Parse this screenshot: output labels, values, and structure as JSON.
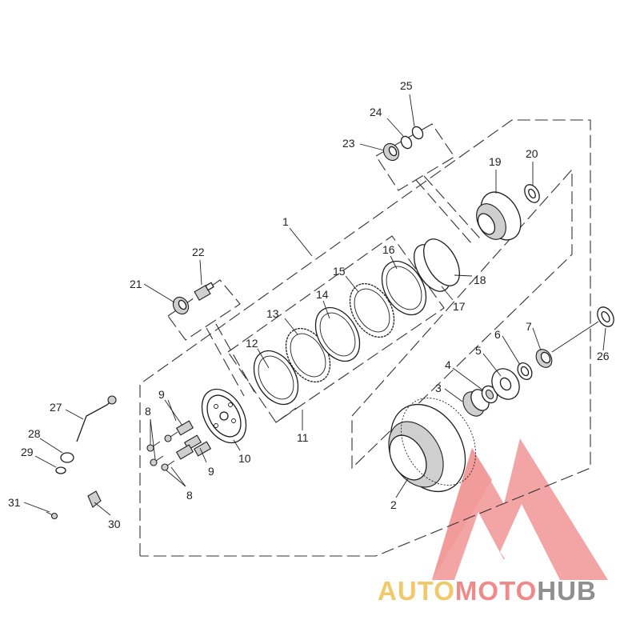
{
  "callouts": [
    {
      "id": "c1",
      "label": "1"
    },
    {
      "id": "c2",
      "label": "2"
    },
    {
      "id": "c3",
      "label": "3"
    },
    {
      "id": "c4",
      "label": "4"
    },
    {
      "id": "c5",
      "label": "5"
    },
    {
      "id": "c6",
      "label": "6"
    },
    {
      "id": "c7",
      "label": "7"
    },
    {
      "id": "c8a",
      "label": "8"
    },
    {
      "id": "c8b",
      "label": "8"
    },
    {
      "id": "c9a",
      "label": "9"
    },
    {
      "id": "c9b",
      "label": "9"
    },
    {
      "id": "c10",
      "label": "10"
    },
    {
      "id": "c11",
      "label": "11"
    },
    {
      "id": "c12",
      "label": "12"
    },
    {
      "id": "c13",
      "label": "13"
    },
    {
      "id": "c14",
      "label": "14"
    },
    {
      "id": "c15",
      "label": "15"
    },
    {
      "id": "c16",
      "label": "16"
    },
    {
      "id": "c17",
      "label": "17"
    },
    {
      "id": "c18",
      "label": "18"
    },
    {
      "id": "c19",
      "label": "19"
    },
    {
      "id": "c20",
      "label": "20"
    },
    {
      "id": "c21",
      "label": "21"
    },
    {
      "id": "c22",
      "label": "22"
    },
    {
      "id": "c23",
      "label": "23"
    },
    {
      "id": "c24",
      "label": "24"
    },
    {
      "id": "c25",
      "label": "25"
    },
    {
      "id": "c26",
      "label": "26"
    },
    {
      "id": "c27",
      "label": "27"
    },
    {
      "id": "c28",
      "label": "28"
    },
    {
      "id": "c29",
      "label": "29"
    },
    {
      "id": "c30",
      "label": "30"
    },
    {
      "id": "c31",
      "label": "31"
    }
  ],
  "watermark": {
    "part1": "AUTO",
    "part2": "MOTO",
    "part3": "HUB",
    "colors": {
      "auto": "#f2c96a",
      "moto": "#ee8a8a",
      "hub": "#8f8f8f",
      "logo": "#f08a8a"
    }
  }
}
